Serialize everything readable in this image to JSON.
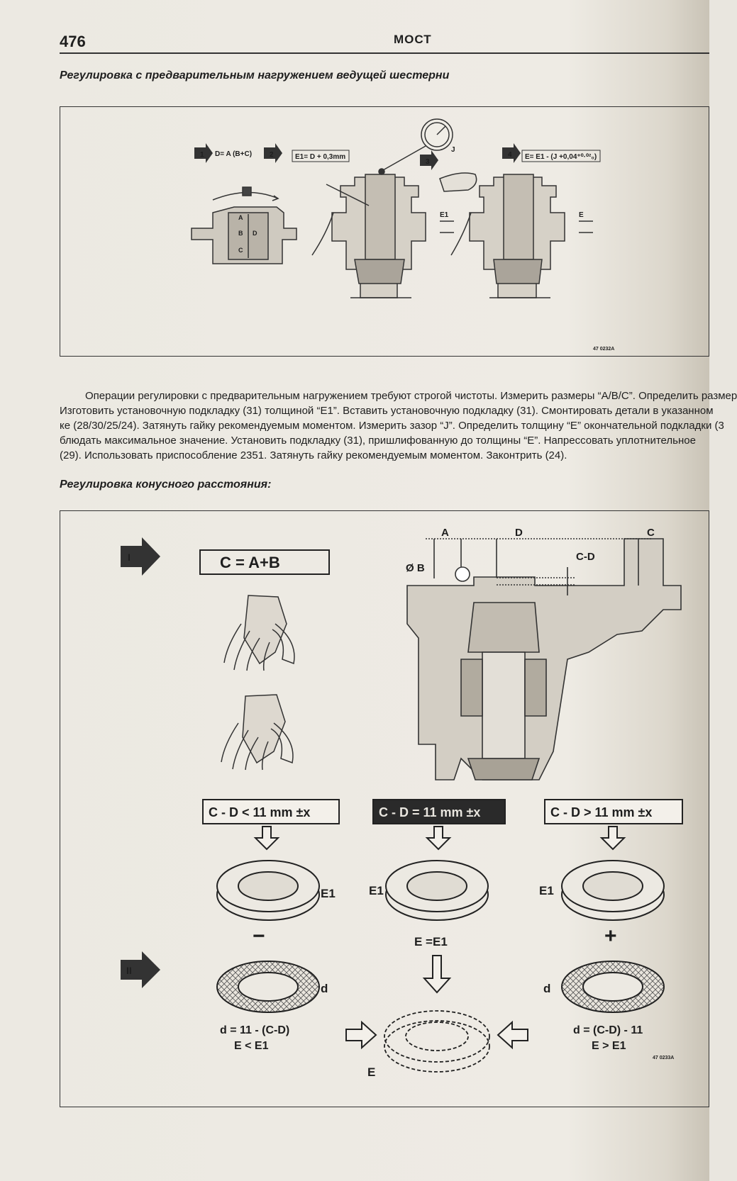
{
  "header": {
    "page_number": "476",
    "running_head": "МОСТ"
  },
  "section1": {
    "title": "Регулировка с предварительным нагружением ведущей шестерни",
    "figure": {
      "steps": [
        "1",
        "2",
        "3",
        "4"
      ],
      "formula1": "D= A (B+C)",
      "formula2": "E1= D + 0,3mm",
      "formula4": "E= E1 - (J +0,04⁺⁰·⁰²₀)",
      "label_j": "J",
      "label_e1": "E1",
      "label_e": "E",
      "label_a": "A",
      "label_b": "B",
      "label_c": "C",
      "label_d": "D",
      "code": "47 0232A"
    },
    "paragraph_lines": [
      "Операции регулировки с предварительным нагружением требуют строгой чистоты. Измерить размеры “A/B/C”. Определить размер",
      "Изготовить установочную подкладку (31) толщиной “E1”. Вставить установочную подкладку (31). Смонтировать детали в указанном",
      "ке (28/30/25/24). Затянуть гайку рекомендуемым моментом. Измерить зазор “J”. Определить толщину “E” окончательной подкладки (3",
      "блюдать максимальное значение. Установить подкладку (31), пришлифованную до толщины “E”. Напрессовать уплотнительное",
      "(29). Использовать приспособление 2351. Затянуть гайку рекомендуемым моментом. Законтрить (24)."
    ]
  },
  "section2": {
    "title": "Регулировка конусного расстояния:",
    "figure": {
      "step1": "I",
      "step2": "II",
      "formula_c": "C = A+B",
      "dim_a": "A",
      "dim_b": "Ø B",
      "dim_c": "C",
      "dim_d": "D",
      "dim_cd": "C-D",
      "cond_less": "C - D < 11 mm ±x",
      "cond_equal": "C - D = 11 mm ±x",
      "cond_greater": "C - D > 11 mm ±x",
      "label_e1": "E1",
      "label_d": "d",
      "label_e": "E",
      "minus": "−",
      "plus": "+",
      "eq_mid": "E =E1",
      "left_formula1": "d = 11 - (C-D)",
      "left_formula2": "E < E1",
      "right_formula1": "d = (C-D) - 11",
      "right_formula2": "E > E1",
      "code": "47 0233A"
    }
  }
}
